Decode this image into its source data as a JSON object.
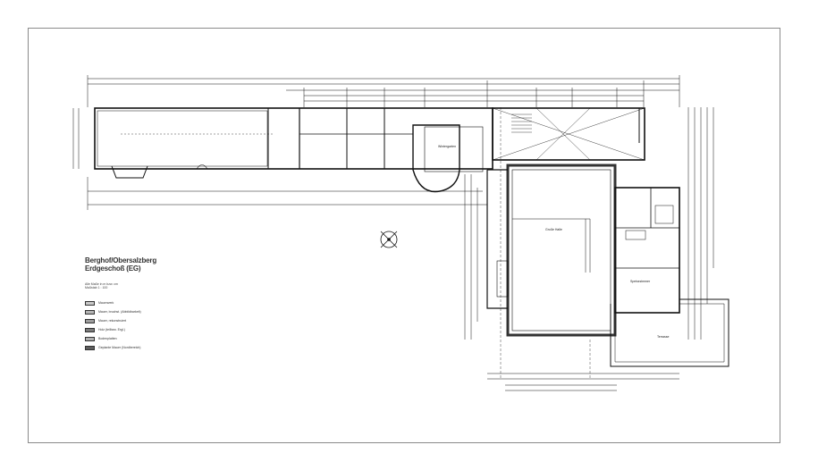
{
  "title": {
    "line1": "Berghof/Obersalzberg",
    "line2": "Erdgeschoß (EG)"
  },
  "notes": {
    "line1": "Alle Maße in m bzw. cm",
    "line2": "Maßstab 1 : 100"
  },
  "legend": [
    {
      "label": "Mauerwerk",
      "color": "#c9c9c9"
    },
    {
      "label": "Mauer, bruchst. (Abbildbarkeit)",
      "color": "#b5b5b5"
    },
    {
      "label": "Mauer, rekonstruiert",
      "color": "#9e9e9e"
    },
    {
      "label": "Holz (teilbzw. Ergl.)",
      "color": "#7a7a7a"
    },
    {
      "label": "Bodenplatten",
      "color": "#b0b0b0"
    },
    {
      "label": "Geplante Mauer (Nordbereich)",
      "color": "#5e5e5e"
    }
  ],
  "rooms": {
    "terrasse": "Terrasse",
    "grosse_halle": "Große Halle",
    "wintergarten": "Wintergarten",
    "speisezimmer": "Speisezimmer"
  }
}
